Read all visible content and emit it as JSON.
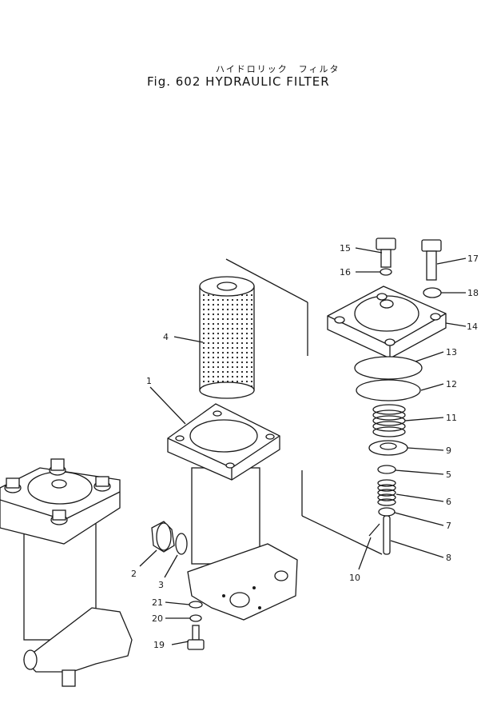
{
  "figure": {
    "title_jp": "ハイドロリック　フィルタ",
    "title_en": "Fig. 602  HYDRAULIC  FILTER"
  },
  "parts": [
    {
      "id": "1",
      "label": "1"
    },
    {
      "id": "2",
      "label": "2"
    },
    {
      "id": "3",
      "label": "3"
    },
    {
      "id": "4",
      "label": "4"
    },
    {
      "id": "5",
      "label": "5"
    },
    {
      "id": "6",
      "label": "6"
    },
    {
      "id": "7",
      "label": "7"
    },
    {
      "id": "8",
      "label": "8"
    },
    {
      "id": "9",
      "label": "9"
    },
    {
      "id": "10",
      "label": "10"
    },
    {
      "id": "11",
      "label": "11"
    },
    {
      "id": "12",
      "label": "12"
    },
    {
      "id": "13",
      "label": "13"
    },
    {
      "id": "14",
      "label": "14"
    },
    {
      "id": "15",
      "label": "15"
    },
    {
      "id": "16",
      "label": "16"
    },
    {
      "id": "17",
      "label": "17"
    },
    {
      "id": "18",
      "label": "18"
    },
    {
      "id": "19",
      "label": "19"
    },
    {
      "id": "20",
      "label": "20"
    },
    {
      "id": "21",
      "label": "21"
    }
  ]
}
